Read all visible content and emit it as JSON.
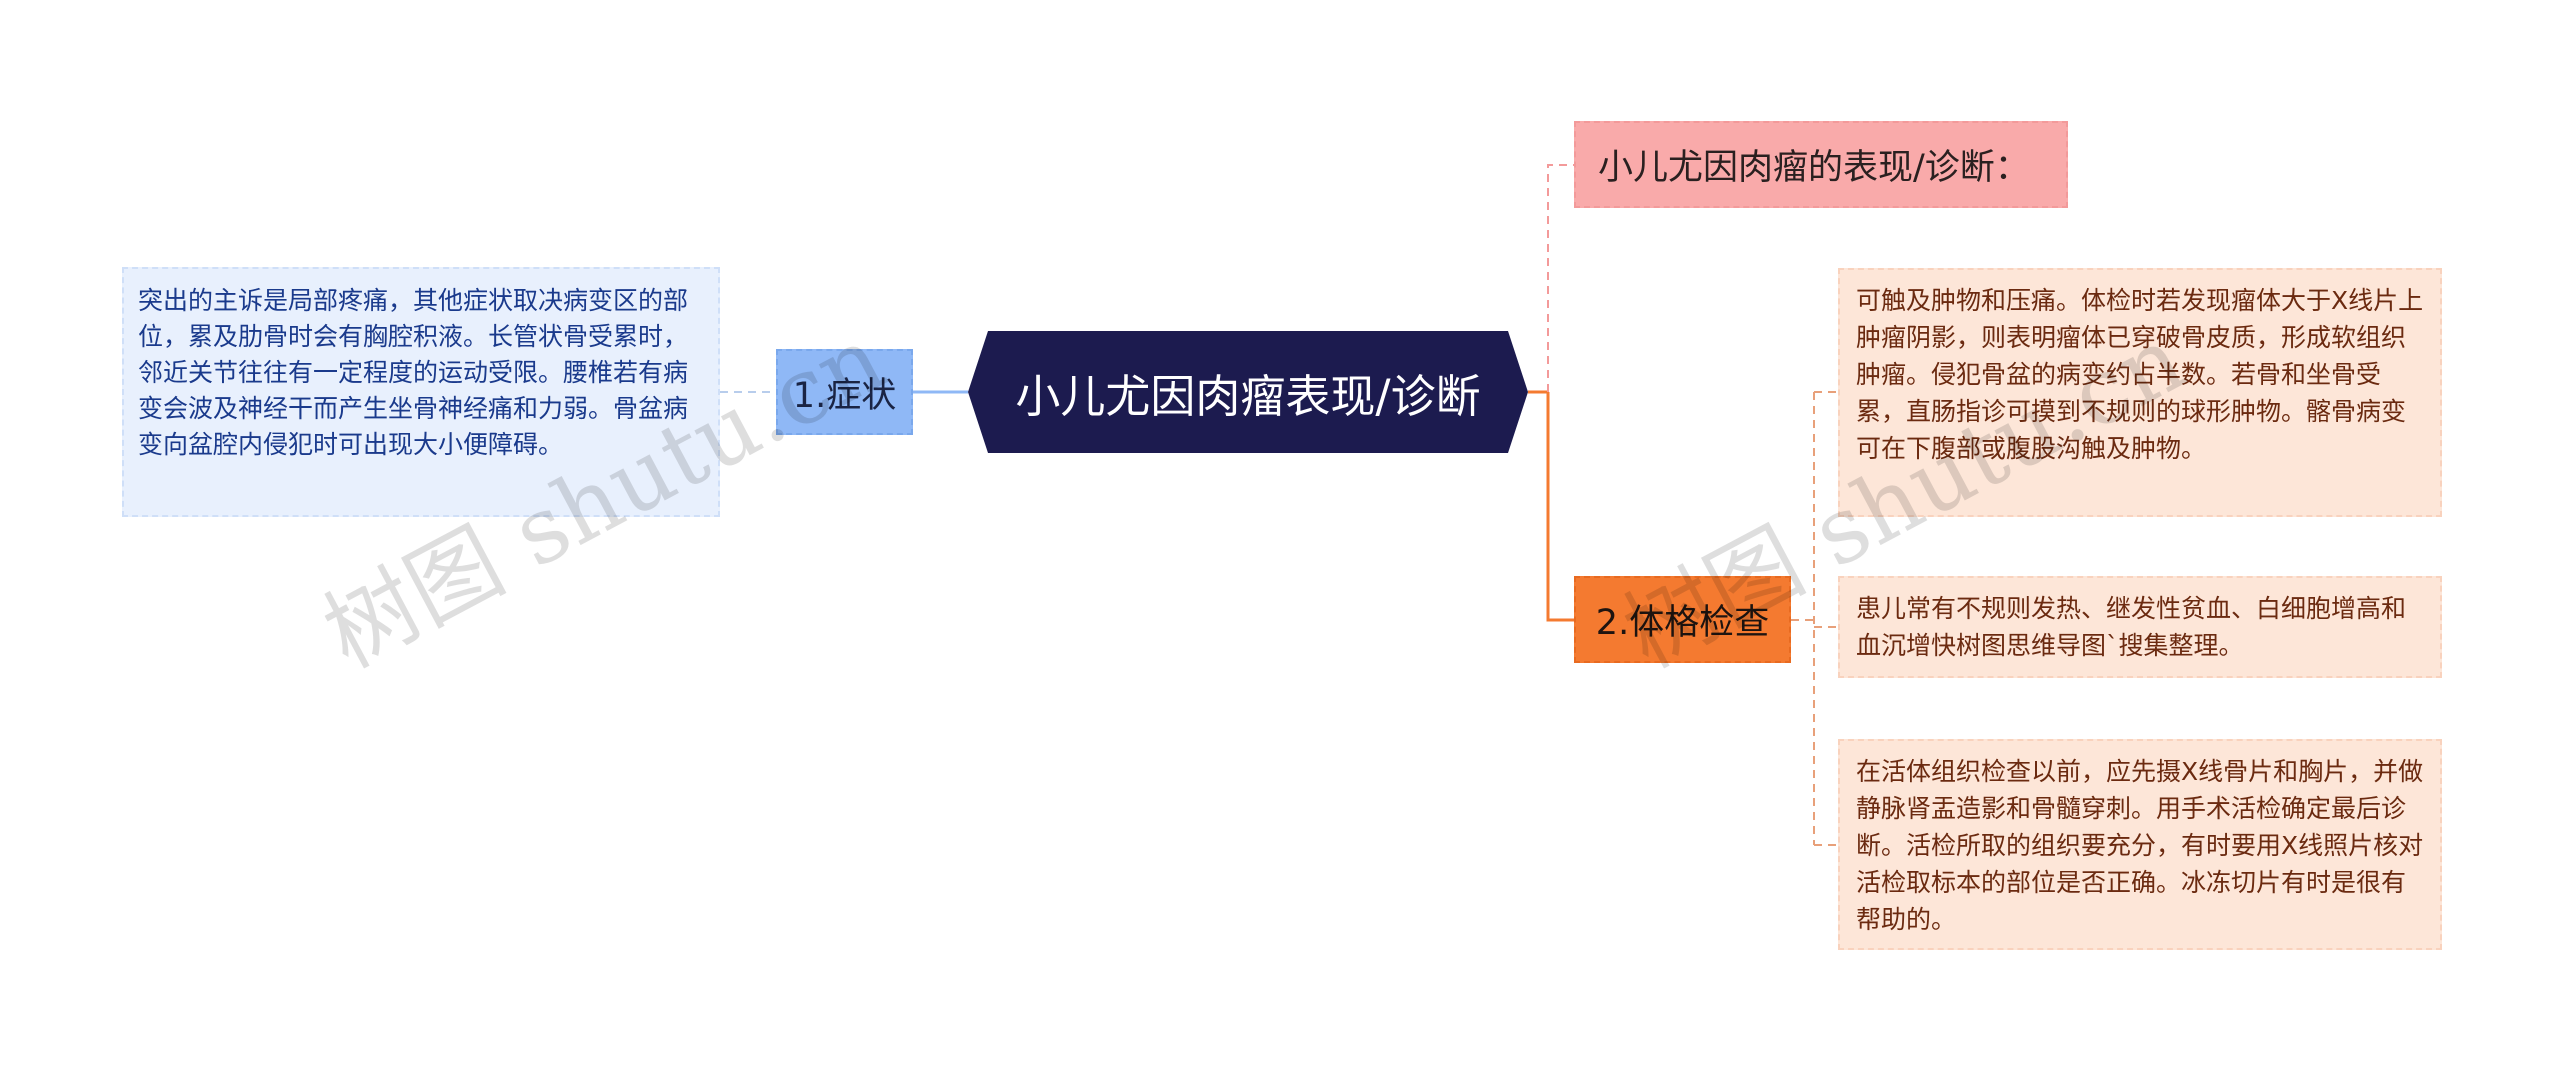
{
  "mindmap": {
    "root": "小儿尤因肉瘤表现/诊断",
    "branch1": {
      "label": "1.症状",
      "detail": "突出的主诉是局部疼痛，其他症状取决病变区的部位，累及肋骨时会有胸腔积液。长管状骨受累时，邻近关节往往有一定程度的运动受限。腰椎若有病变会波及神经干而产生坐骨神经痛和力弱。骨盆病变向盆腔内侵犯时可出现大小便障碍。"
    },
    "branch_top": {
      "label": "小儿尤因肉瘤的表现/诊断："
    },
    "branch2": {
      "label": "2.体格检查",
      "details": [
        "可触及肿物和压痛。体检时若发现瘤体大于X线片上肿瘤阴影，则表明瘤体已穿破骨皮质，形成软组织肿瘤。侵犯骨盆的病变约占半数。若骨和坐骨受累，直肠指诊可摸到不规则的球形肿物。髂骨病变可在下腹部或腹股沟触及肿物。",
        "患儿常有不规则发热、继发性贫血、白细胞增高和血沉增快树图思维导图`搜集整理。",
        "在活体组织检查以前，应先摄X线骨片和胸片，并做静脉肾盂造影和骨髓穿刺。用手术活检确定最后诊断。活检所取的组织要充分，有时要用X线照片核对活检取标本的部位是否正确。冰冻切片有时是很有帮助的。"
      ]
    }
  },
  "watermarks": [
    "树图 shutu.cn",
    "树图 shutu.cn"
  ],
  "colors": {
    "root_bg": "#1c1b4f",
    "branch1_bg": "#8fb8f6",
    "branch_top_bg": "#f9aaaa",
    "branch2_bg": "#f47a30",
    "leaf_blue_bg": "#e8f0fd",
    "leaf_orange_bg": "#fde6d8"
  }
}
